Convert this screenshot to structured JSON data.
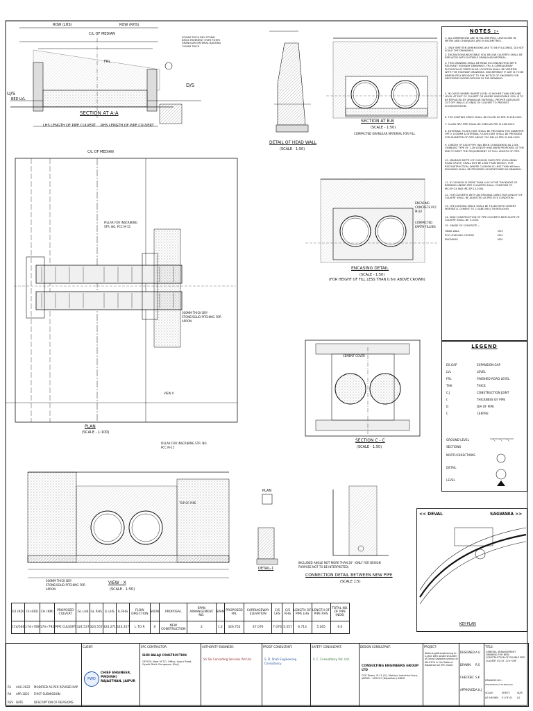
{
  "plan_titles": {
    "section_aa": "SECTION AT A-A",
    "section_bb": "SECTION AT B-B",
    "section_bb_scale": "(SCALE - 1:50)",
    "section_bb_note": "COMPACTED GRANULAR MATERIAL FOR FILL",
    "head_wall": "DETAIL OF HEAD WALL",
    "head_wall_scale": "(SCALE - 1:50)",
    "encasing": "ENCASING DETAIL",
    "encasing_scale": "(SCALE - 1:50)",
    "encasing_note": "(FOR HEIGHT OF FILL LESS THAN 0.6m ABOVE CROWN)",
    "encasing_concrete": "ENCASING CONCRETE PCC M-20",
    "compacted_fill": "COMPACTED EARTH FILLING",
    "section_cc": "SECTION C - C",
    "section_cc_scale": "(SCALE - 1:50)",
    "plan": "PLAN",
    "plan_scale": "(SCALE - 1:100)",
    "view_x": "VIEW - X",
    "view_x_scale": "(SCALE - 1:50)",
    "detail1": "DETAIL-1",
    "detail_plan": "PLAN",
    "connection": "CONNECTION DETAIL BETWEEN NEW PIPE",
    "connection_scale": "(SCALE 1:5)",
    "connection_note": "INCLUDED ANGLE NOT MORE THAN 20° (ONLY FOR DESIGN PURPOSE NOT TO BE INTERPRETED)",
    "key_plan": "KEY-PLAN",
    "devi": "<< DEVAL",
    "sagwara": "SAGWARA >>",
    "us": "U/S",
    "ds": "D/S",
    "cl_median": "C/L OF MEDIAN",
    "cl_median2": "C/L OF MEDIAN",
    "row_left": "ROW (LHS)",
    "row_right": "ROW (RHS)",
    "lhs_len": "LHS LENGTH OF PIPE CULVERT",
    "rhs_len": "RHS LENGTH OF PIPE CULVERT",
    "pillar_note": "PILLAR FOR INSCRIBING STR. NO. PCC M-15",
    "apron_note": "300MM THICK DRY STONE/SOLID PITCHING FOR APRON",
    "dry_stone": "300MM THICK DRY STONE/ BRICK PAVEMENT OVER FILTER GRANULAR MATERIAL BACKING 150MM THICK",
    "ftl": "FRL",
    "bed_level": "BED LVL",
    "top_of_pipe": "TOP OF PIPE",
    "cement_cover": "CEMENT COVER",
    "view_x_label": "VIEW X"
  },
  "notes": {
    "title": "NOTES :-",
    "items": [
      "1. ALL DIMENSIONS ARE IN MILLIMETRES, LEVELS ARE IN METRE AND CHAINAGES ARE IN KILOMETRES.",
      "2. ONLY WRITTEN DIMENSIONS ARE TO BE FOLLOWED. DO NOT SCALE THE DRAWINGS.",
      "3. EXCAVATION/UNSUITABLE SOIL BELOW CULVERTS SHALL BE REPLACED WITH SUITABLE GRANULAR MATERIAL.",
      "4. THIS DRAWING SHALL BE READ IN CONJUNCTION WITH RELEVANT HIGHWAY DRAWINGS. FRL & CARRIAGEWAY ELEVATION AT PARTICULAR LOCATION SHALL BE VERIFIED WITH THE HIGHWAY DRAWINGS. DISCREPANCY IF ANY IS TO BE IMMEDIATELY BROUGHT TO THE NOTICE OF ENGINEER FOR NECESSARY MODIFICATIONS IN THE DRAWING.",
      "5. IN CASES WHERE INVERT LEVEL IS HIGHER THAN GROUND LEVEL AT EXIT OF CULVERT OR WHERE UNSUITABLE SOIL IS TO BE REPLACED BY GRANULAR MATERIAL, PROPER ADEQUATE CUT OFF WALLS AT ENDS OF CULVERT TO PREVENT SCOUR/EROSION.",
      "6. THE JOINTING SPACE SHALL BE FILLED AS PER IS 458:2003.",
      "7. CLASS NP4 PIPE SHALL BE USED AS PER IS 458:2003.",
      "8. EXTERNAL FLUSH JOINT SHALL BE PROVIDED FOR DIAMETER UPTO 1200MM & INTERNAL FLUSH JOINT SHALL BE PROVIDED FOR DIAMETER OF PIPE ABOVE 700 MM AS PER IS 458:2003.",
      "9. LENGTH OF EACH PIPE HAS BEEN CONSIDERED AS 2.5M. CHANGED TYPE OF 1.2M LENGTH HAS BEEN PROPOSED AT THE END TO MEET THE REQUIREMENT OF FULL LENGTH OF PIPE.",
      "10. MINIMUM DEPTH OF CUSHION OVER PIPE (EXCLUDING ROAD CRUST) SHALL NOT BE LESS THAN 600mm. FOR RECONSTRUCTION, WHERE CUSHION IS LESS THAN 600mm ENCASING SHALL BE PROVIDED AS MENTIONED IN DRAWING.",
      "11. IF CUSHION IS MORE THAN 4.00 M THE THICKNESS OF BEDDING UNDER PIPE CULVERTS SHALL CONFORM TO IRC:SP:13 AND IRC:SP:13-2004.",
      "12. FOR CULVERTS WITH AN ORIGINAL DIRECTION LENGTH OF CULVERT SHALL BE ADJUSTED AS PER SITE CONDITION.",
      "13. THE JOINTING SPACE SHALL BE FILLED WITH CEMENT MORTAR (1 CEMENT TO 2 SAND MIX) THOROUGHLY.",
      "14. NEW CONSTRUCTION OF PIPE CULVERTS NEW SLOPE OF CULVERT SHALL BE 1:1000.",
      "15. GRADE OF CONCRETE :-"
    ],
    "grades": [
      {
        "item": "HEAD WALL",
        "grade": "M15"
      },
      {
        "item": "PCC LEVELING COURSE",
        "grade": "M15"
      },
      {
        "item": "ENCASING",
        "grade": "M20"
      }
    ]
  },
  "legends": {
    "title": "LEGEND",
    "rows": [
      {
        "abbr": "EX.GAP",
        "meaning": "EXPANSION GAP"
      },
      {
        "abbr": "LVL",
        "meaning": "LEVEL"
      },
      {
        "abbr": "FRL",
        "meaning": "FINISHED ROAD LEVEL"
      },
      {
        "abbr": "THK",
        "meaning": "THICK"
      },
      {
        "abbr": "C.J",
        "meaning": "CONSTRUCTION JOINT"
      },
      {
        "abbr": "t",
        "meaning": "THICKNESS OF PIPE"
      },
      {
        "abbr": "D",
        "meaning": "DIA OF PIPE"
      },
      {
        "abbr": "C",
        "meaning": "CENTRE"
      }
    ],
    "symbols": [
      "GROUND LEVEL",
      "SECTIONS",
      "NORTH DIRECTIONS",
      "DETAIL",
      "LEVEL"
    ]
  },
  "schedule": {
    "headers": [
      "EX (RD)",
      "CH (RD)",
      "CH (KM)",
      "PROPOSED CULVERT",
      "GL LHS",
      "GL RHS",
      "IL LHS",
      "IL RHS",
      "FLOW DIRECTION",
      "SKEW",
      "PROPOSAL",
      "SPAN ARRANGEMENT NO.",
      "SPAN",
      "PROPOSED FRL",
      "CARRIAGEWAY ELEVATION",
      "C/S LHS",
      "C/S RHS",
      "LENGTH OF PIPE LHS",
      "LENGTH OF PIPE RHS",
      "TOTAL NO. OF PIPE (NOS)"
    ],
    "values": [
      "174/500",
      "174+789",
      "174+792",
      "PIPE CULVERT",
      "324.537",
      "324.557",
      "324.271",
      "324.257",
      "L TO R",
      "0",
      "NEW CONSTRUCTION",
      "2",
      "1.2",
      "326.752",
      "47.076",
      "7.076",
      "5.557",
      "6.713",
      "5.265",
      "6.0"
    ]
  },
  "titleblock": {
    "revisions": [
      {
        "rev": "R1",
        "date": "AUG-2022",
        "desc": "MODIFIED AS PER REVISED RAP"
      },
      {
        "rev": "R0",
        "date": "APR-2022",
        "desc": "FIRST SUBMISSION"
      }
    ],
    "rev_header": [
      "REV",
      "DATE",
      "DESCRIPTION OF REVISIONS"
    ],
    "client_label": "CLIENT:",
    "client": "CHIEF ENGINEER, PWD(NH) RAJASTHAN, JAIPUR",
    "client_logo": "PWD",
    "epc_label": "EPC CONTRACTOR:",
    "epc_name": "SHRI BALAJI CONSTRUCTION",
    "epc_address": "OFFICE: Near M.T.O. Office, Aspur Road, Gyasti Distt. Dungarpur (Raj.)",
    "authority_label": "AUTHORITY ENGINEER:",
    "authority_name": "Sri Sai Consulting Services Pvt Ltd",
    "proof_label": "PROOF CONSULTANT:",
    "proof_name": "S. D. Shah Engineering Consultancy",
    "safety_label": "SAFETY CONSULTANT:",
    "safety_name": "S. C. Consultancy Pvt. Ltd.",
    "design_label": "DESIGN CONSULTANT:",
    "design_name": "CONSULTING ENGINEERS GROUP LTD",
    "design_address": "CEG Tower, B-11 (G), Malviya Industrial Area, JAIPUR - 302017 (Rajasthan) INDIA",
    "project_label": "PROJECT:",
    "project": "Widening/Strengthening to 2-lane with paved shoulder of Deval-Sagwara section of NH-927A in the State of Rajasthan on EPC mode",
    "roles": [
      "DESIGNED",
      "DRAWN",
      "CHECKED",
      "APPROVED"
    ],
    "initials": [
      "A.G",
      "R.S",
      "S.K",
      "A.K.J"
    ],
    "title_label": "TITLE:",
    "title": "GENERAL ARRANGEMENT DRAWING FOR NEW CONSTRUCTION OF DOUBLE PIPE CULVERT AT CH. 174+789",
    "drawing_no_label": "DRAWING NO.:",
    "drawing_no": "CEG/NH927A/174789/GAD",
    "scale_label": "SCALE:",
    "scale": "AS SHOWN",
    "sheet_label": "SHEET:",
    "sheet": "01 OF 01",
    "size_label": "SIZE:",
    "size": "A2"
  },
  "colors": {
    "line": "#111111",
    "hatch": "#555555",
    "fill": "#dddddd"
  }
}
